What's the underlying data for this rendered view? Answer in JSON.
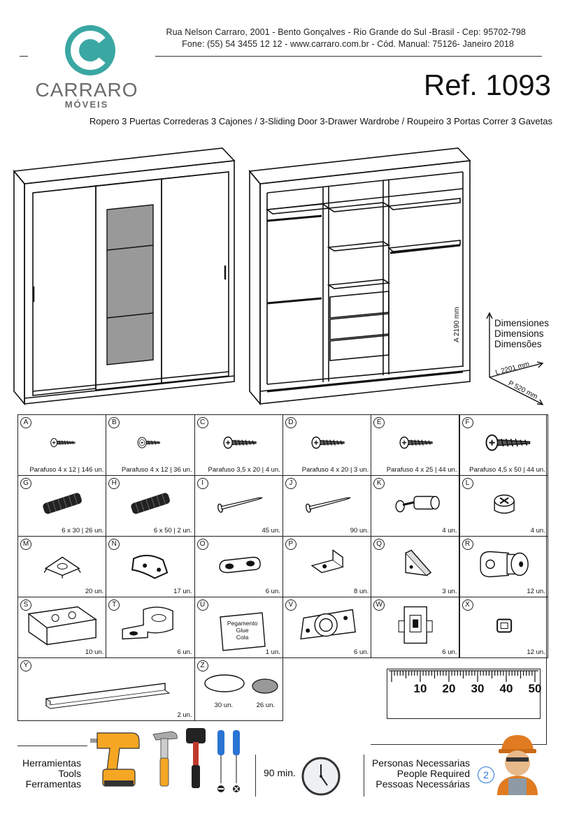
{
  "header": {
    "brand": "CARRARO",
    "brand_sub": "MÓVEIS",
    "address_line": "Rua Nelson Carraro, 2001 - Bento Gonçalves - Rio Grande do Sul -Brasil - Cep: 95702-798",
    "contact_line": "Fone: (55) 54 3455 12 12 -  www.carraro.com.br - Cód. Manual: 75126- Janeiro 2018",
    "ref": "Ref. 1093",
    "subtitle": "Ropero 3 Puertas Correderas 3 Cajones  / 3-Sliding Door 3-Drawer Wardrobe / Roupeiro 3 Portas Correr 3 Gavetas"
  },
  "dimensions": {
    "title_es": "Dimensiones",
    "title_en": "Dimensions",
    "title_pt": "Dimensões",
    "height": "A 2190 mm",
    "width": "L 2201 mm",
    "depth": "P 520 mm"
  },
  "parts": [
    {
      "letter": "A",
      "caption": "Parafuso 4 x 12 | 146 un.",
      "icon": "screw-icon"
    },
    {
      "letter": "B",
      "caption": "Parafuso 4 x 12 | 36 un.",
      "icon": "flange-screw-icon"
    },
    {
      "letter": "C",
      "caption": "Parafuso 3,5 x 20 | 4 un.",
      "icon": "screw-icon"
    },
    {
      "letter": "D",
      "caption": "Parafuso 4 x 20 | 3 un.",
      "icon": "screw-icon"
    },
    {
      "letter": "E",
      "caption": "Parafuso 4 x 25 | 44 un.",
      "icon": "screw-icon"
    },
    {
      "letter": "F",
      "caption": "Parafuso 4,5 x 50 | 44 un.",
      "icon": "screw-icon"
    },
    {
      "letter": "G",
      "caption": "6 x 30 | 26 un.",
      "icon": "dowel-icon"
    },
    {
      "letter": "H",
      "caption": "6 x 50 | 2 un.",
      "icon": "dowel-icon"
    },
    {
      "letter": "I",
      "caption": "45 un.",
      "icon": "nail-icon"
    },
    {
      "letter": "J",
      "caption": "90 un.",
      "icon": "nail-icon"
    },
    {
      "letter": "K",
      "caption": "4 un.",
      "icon": "connector-bolt-icon"
    },
    {
      "letter": "L",
      "caption": "4 un.",
      "icon": "cam-lock-icon"
    },
    {
      "letter": "M",
      "caption": "20 un.",
      "icon": "plate-icon"
    },
    {
      "letter": "N",
      "caption": "17 un.",
      "icon": "corner-bracket-icon"
    },
    {
      "letter": "O",
      "caption": "6 un.",
      "icon": "slot-plate-icon"
    },
    {
      "letter": "P",
      "caption": "8 un.",
      "icon": "shelf-support-icon"
    },
    {
      "letter": "Q",
      "caption": "3 un.",
      "icon": "angle-block-icon"
    },
    {
      "letter": "R",
      "caption": "12 un.",
      "icon": "lock-icon"
    },
    {
      "letter": "S",
      "caption": "10 un.",
      "icon": "housing-icon"
    },
    {
      "letter": "T",
      "caption": "6 un.",
      "icon": "rail-clip-icon"
    },
    {
      "letter": "U",
      "caption": "1 un.",
      "icon": "glue-icon"
    },
    {
      "letter": "V",
      "caption": "6 un.",
      "icon": "roller-icon"
    },
    {
      "letter": "W",
      "caption": "6 un.",
      "icon": "guide-icon"
    },
    {
      "letter": "X",
      "caption": "12 un.",
      "icon": "bumper-icon"
    },
    {
      "letter": "Y",
      "caption": "2 un.",
      "icon": "bar-icon"
    },
    {
      "letter": "Z",
      "caption_a": "30 un.",
      "caption_b": "26 un.",
      "icon": "disc-icon"
    }
  ],
  "glue": {
    "l1": "Pegamento",
    "l2": "Glue",
    "l3": "Cola"
  },
  "ruler": {
    "ticks": [
      "10",
      "20",
      "30",
      "40",
      "50"
    ]
  },
  "tools": {
    "label_es": "Herramientas",
    "label_en": "Tools",
    "label_pt": "Ferramentas",
    "time": "90 min.",
    "people_es": "Personas Necessarias",
    "people_en": "People Required",
    "people_pt": "Pessoas Necessárias",
    "people_count": "2"
  },
  "colors": {
    "brand": "#3aa7a3",
    "brand_text": "#6b6b6b",
    "drill": "#f5a623",
    "handle_red": "#c0392b",
    "driver_blue": "#2a74d3"
  }
}
